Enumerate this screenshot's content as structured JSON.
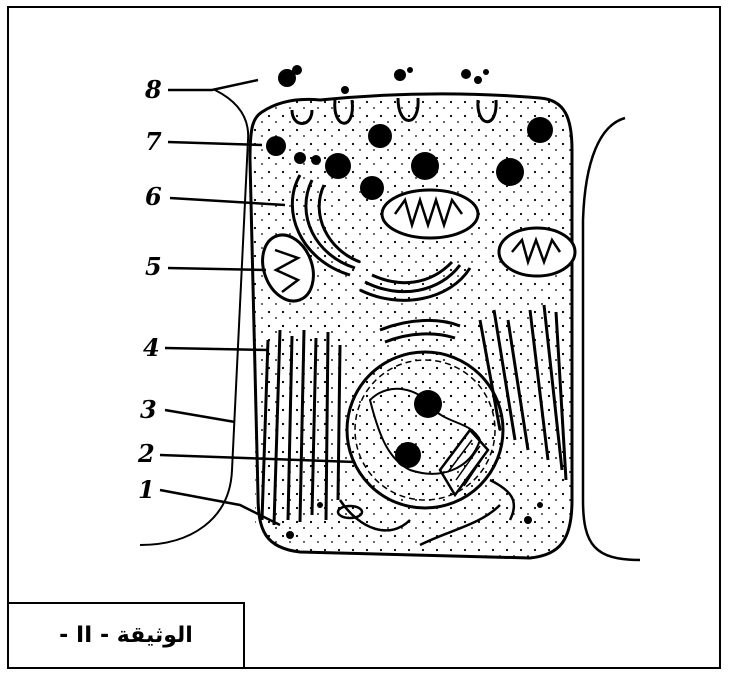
{
  "caption": "الوثيقة - II -",
  "labels": [
    "1",
    "2",
    "3",
    "4",
    "5",
    "6",
    "7",
    "8"
  ],
  "colors": {
    "ink": "#000000",
    "background": "#ffffff"
  }
}
